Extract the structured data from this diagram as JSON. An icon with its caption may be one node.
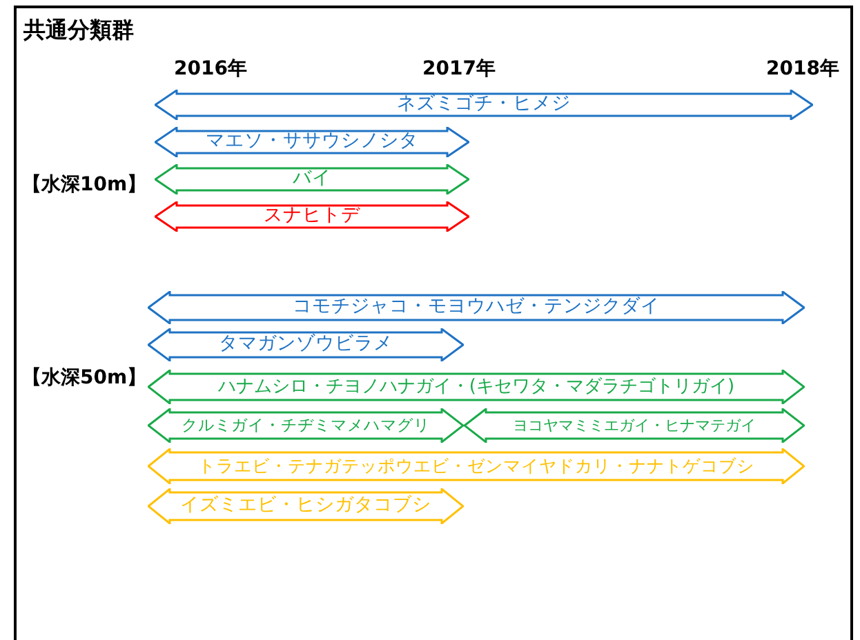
{
  "diagram": {
    "title": "共通分類群",
    "nodes": [
      {
        "text": [
          "ネズミゴチ・ヒメジ"
        ]
      },
      {
        "text": [
          "マエソ・ササウシノシタ"
        ]
      },
      {
        "text": [
          "バイ"
        ]
      },
      {
        "text": [
          "スナヒトデ"
        ]
      },
      {
        "text": [
          "コモチジャコ・モヨウハゼ・テンジクダイ"
        ]
      },
      {
        "text": [
          "タマガンゾウビラメ"
        ]
      },
      {
        "text": [
          "ハナムシロ・チヨノハナガイ・(キセワタ・マダラチゴトリガイ)"
        ]
      },
      {
        "text": [
          "クルミガイ・チヂミマメハマグリ"
        ]
      },
      {
        "text": [
          "ヨコヤマミミエガイ・ヒナマテガイ"
        ]
      },
      {
        "text": [
          "トラエビ・テナガテッポウエビ・ゼンマイヤドカリ・ナナトゲコブシ"
        ]
      },
      {
        "text": [
          "イズミエビ・ヒシガタコブシ"
        ]
      }
    ],
    "labels": [
      "2016年",
      "2017年",
      "2018年",
      "【水深10m】",
      "【水深50m】"
    ]
  }
}
